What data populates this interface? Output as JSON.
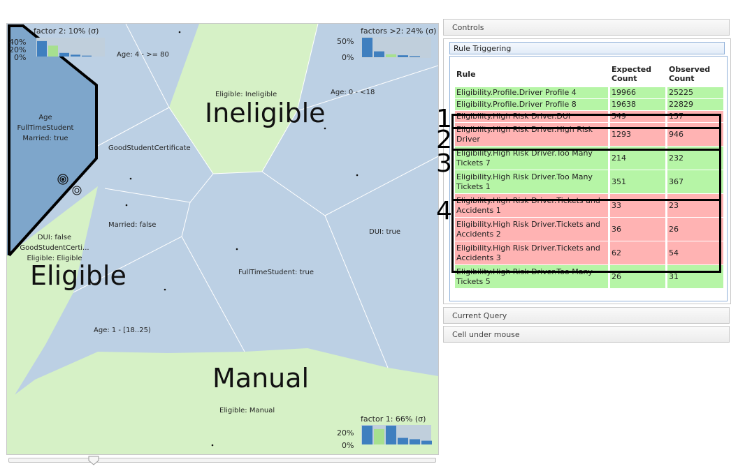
{
  "map": {
    "cells": [
      {
        "label": "Age: 4 - >= 80"
      },
      {
        "label": "Eligible: Ineligible"
      },
      {
        "label": "Age: 0 - <18"
      },
      {
        "label": "Age"
      },
      {
        "label": "FullTimeStudent"
      },
      {
        "label": "Married: true"
      },
      {
        "label": "GoodStudentCertificate"
      },
      {
        "label": "Married: false"
      },
      {
        "label": "DUI: true"
      },
      {
        "label": "DUI: false"
      },
      {
        "label": "GoodStudentCerti..."
      },
      {
        "label": "Eligible: Eligible"
      },
      {
        "label": "FullTimeStudent: true"
      },
      {
        "label": "Age: 1 - [18..25)"
      },
      {
        "label": "Eligible: Manual"
      }
    ],
    "regions": {
      "ineligible": "Ineligible",
      "eligible": "Eligible",
      "manual": "Manual"
    },
    "histograms": {
      "factor2": {
        "title": "factor 2: 10% (σ)",
        "ticks": [
          "40%",
          "20%",
          "0%"
        ],
        "bars": [
          0.85,
          0.6,
          0.2,
          0.1,
          0.05
        ]
      },
      "factors_gt2": {
        "title": "factors >2: 24% (σ)",
        "ticks": [
          "50%",
          "0%"
        ],
        "bars": [
          1.0,
          0.3,
          0.15,
          0.1,
          0.05
        ]
      },
      "factor1": {
        "title": "factor 1: 66% (σ)",
        "ticks": [
          "20%",
          "0%"
        ],
        "bars": [
          1.0,
          0.82,
          1.0,
          0.35,
          0.28,
          0.2
        ]
      }
    },
    "colors": {
      "blue_cell": "#bcd0e4",
      "green_cell": "#d6f1c6",
      "selected_cell": "#7ea6cb",
      "bar": "#3f7fbf",
      "bar_green": "#a7e08f"
    }
  },
  "panels": {
    "controls": "Controls",
    "rule_triggering": "Rule Triggering",
    "current_query": "Current Query",
    "cell_under_mouse": "Cell under mouse"
  },
  "table": {
    "headers": {
      "rule": "Rule",
      "expected_1": "Expected",
      "expected_2": "Count",
      "observed_1": "Observed",
      "observed_2": "Count"
    },
    "rows": [
      {
        "rule": "Eligibility.Profile.Driver Profile 4",
        "expected": "19966",
        "observed": "25225",
        "status": "green"
      },
      {
        "rule": "Eligibility.Profile.Driver Profile 8",
        "expected": "19638",
        "observed": "22829",
        "status": "green"
      },
      {
        "rule": "Eligibility.High Risk Driver.DUI",
        "expected": "549",
        "observed": "157",
        "status": "red"
      },
      {
        "rule": "Eligibility.High Risk Driver.High Risk Driver",
        "expected": "1293",
        "observed": "946",
        "status": "red"
      },
      {
        "rule": "Eligibility.High Risk Driver.Too Many Tickets 7",
        "expected": "214",
        "observed": "232",
        "status": "green"
      },
      {
        "rule": "Eligibility.High Risk Driver.Too Many Tickets 1",
        "expected": "351",
        "observed": "367",
        "status": "green"
      },
      {
        "rule": "Eligibility.High Risk Driver.Tickets and Accidents 1",
        "expected": "33",
        "observed": "23",
        "status": "red"
      },
      {
        "rule": "Eligibility.High Risk Driver.Tickets and Accidents 2",
        "expected": "36",
        "observed": "26",
        "status": "red"
      },
      {
        "rule": "Eligibility.High Risk Driver.Tickets and Accidents 3",
        "expected": "62",
        "observed": "54",
        "status": "red"
      },
      {
        "rule": "Eligibility.High Risk Driver.Too Many Tickets 5",
        "expected": "26",
        "observed": "31",
        "status": "green"
      }
    ]
  },
  "annotations": [
    "1",
    "2",
    "3",
    "4"
  ],
  "slider": {
    "value": 0.2
  }
}
